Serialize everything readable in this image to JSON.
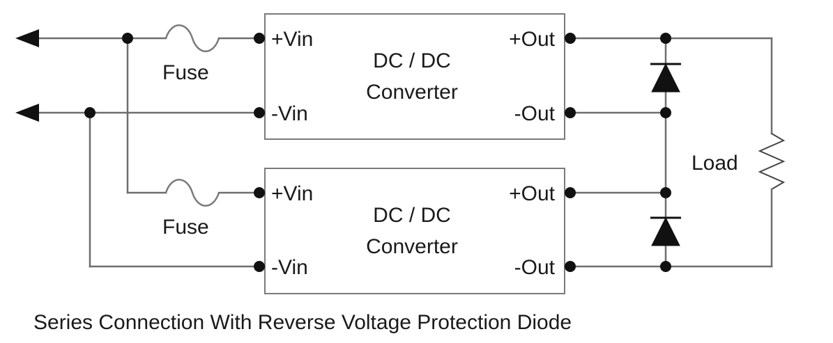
{
  "colors": {
    "background": "#ffffff",
    "wire": "#6e6e6e",
    "node": "#111111",
    "text": "#1a1a1a"
  },
  "top_converter": {
    "title_line1": "DC / DC",
    "title_line2": "Converter",
    "pin_vin_pos": "+Vin",
    "pin_vin_neg": "-Vin",
    "pin_out_pos": "+Out",
    "pin_out_neg": "-Out",
    "fuse_label": "Fuse"
  },
  "bottom_converter": {
    "title_line1": "DC / DC",
    "title_line2": "Converter",
    "pin_vin_pos": "+Vin",
    "pin_vin_neg": "-Vin",
    "pin_out_pos": "+Out",
    "pin_out_neg": "-Out",
    "fuse_label": "Fuse"
  },
  "load_label": "Load",
  "caption": "Series Connection With Reverse Voltage Protection Diode"
}
